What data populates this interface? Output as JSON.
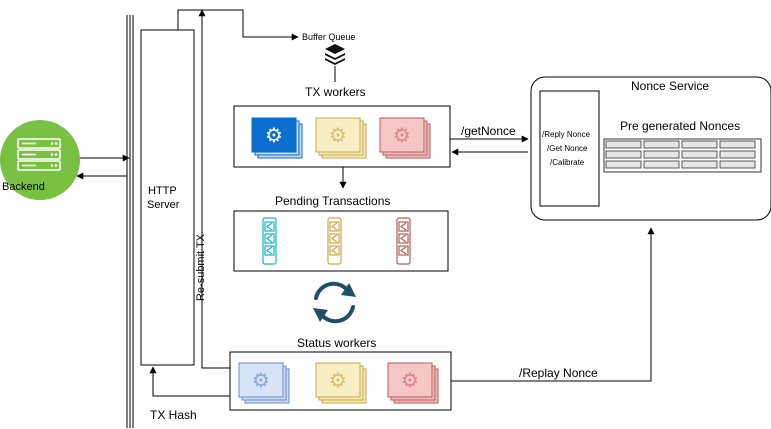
{
  "backend": {
    "label": "Backend",
    "color": "#7ac143"
  },
  "http_server": {
    "line1": "HTTP",
    "line2": "Server"
  },
  "buffer_queue": {
    "label": "Buffer Queue",
    "icon": "stack-layers-icon"
  },
  "tx_workers": {
    "label": "TX workers",
    "colors": [
      "#0a6fce",
      "#f6eab9",
      "#f2bcbc"
    ]
  },
  "pending_transactions": {
    "label": "Pending Transactions",
    "colors": [
      "#14b3c9",
      "#c9a94a",
      "#b45c5c"
    ]
  },
  "status_workers": {
    "label": "Status workers",
    "colors": [
      "#c9daf5",
      "#f6eab9",
      "#f2bcbc"
    ]
  },
  "sync_icon": {
    "color": "#1f4e6b"
  },
  "nonce_service": {
    "title": "Nonce Service",
    "endpoints": [
      "/Reply Nonce",
      "/Get Nonce",
      "/Calibrate"
    ],
    "pool_label": "Pre generated Nonces"
  },
  "edges": {
    "get_nonce": "/getNonce",
    "replay_nonce": "/Replay Nonce",
    "resubmit_tx": "Re-submit TX",
    "tx_hash": "TX Hash"
  }
}
